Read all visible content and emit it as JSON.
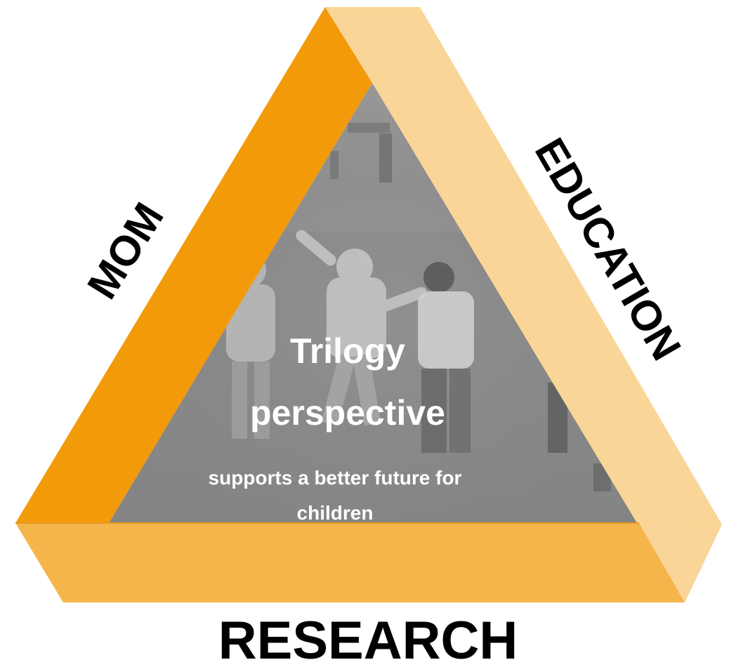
{
  "diagram": {
    "center_title_line1": "Trilogy",
    "center_title_line2": "perspective",
    "center_subtitle_line1": "supports a better future for",
    "center_subtitle_line2": "children",
    "left_label": "MOM",
    "right_label": "EDUCATION",
    "bottom_label": "RESEARCH"
  },
  "colors": {
    "left_bar": "#F39A0B",
    "right_bar": "#F9D597",
    "bottom_bar": "#F5B54A",
    "bottom_bar_bevel": "#F0A42A",
    "photo_tint": "#8a8a8a",
    "label_text": "#000000",
    "center_text": "#ffffff"
  },
  "center_image": {
    "description_icon": "children-playing-photo"
  }
}
